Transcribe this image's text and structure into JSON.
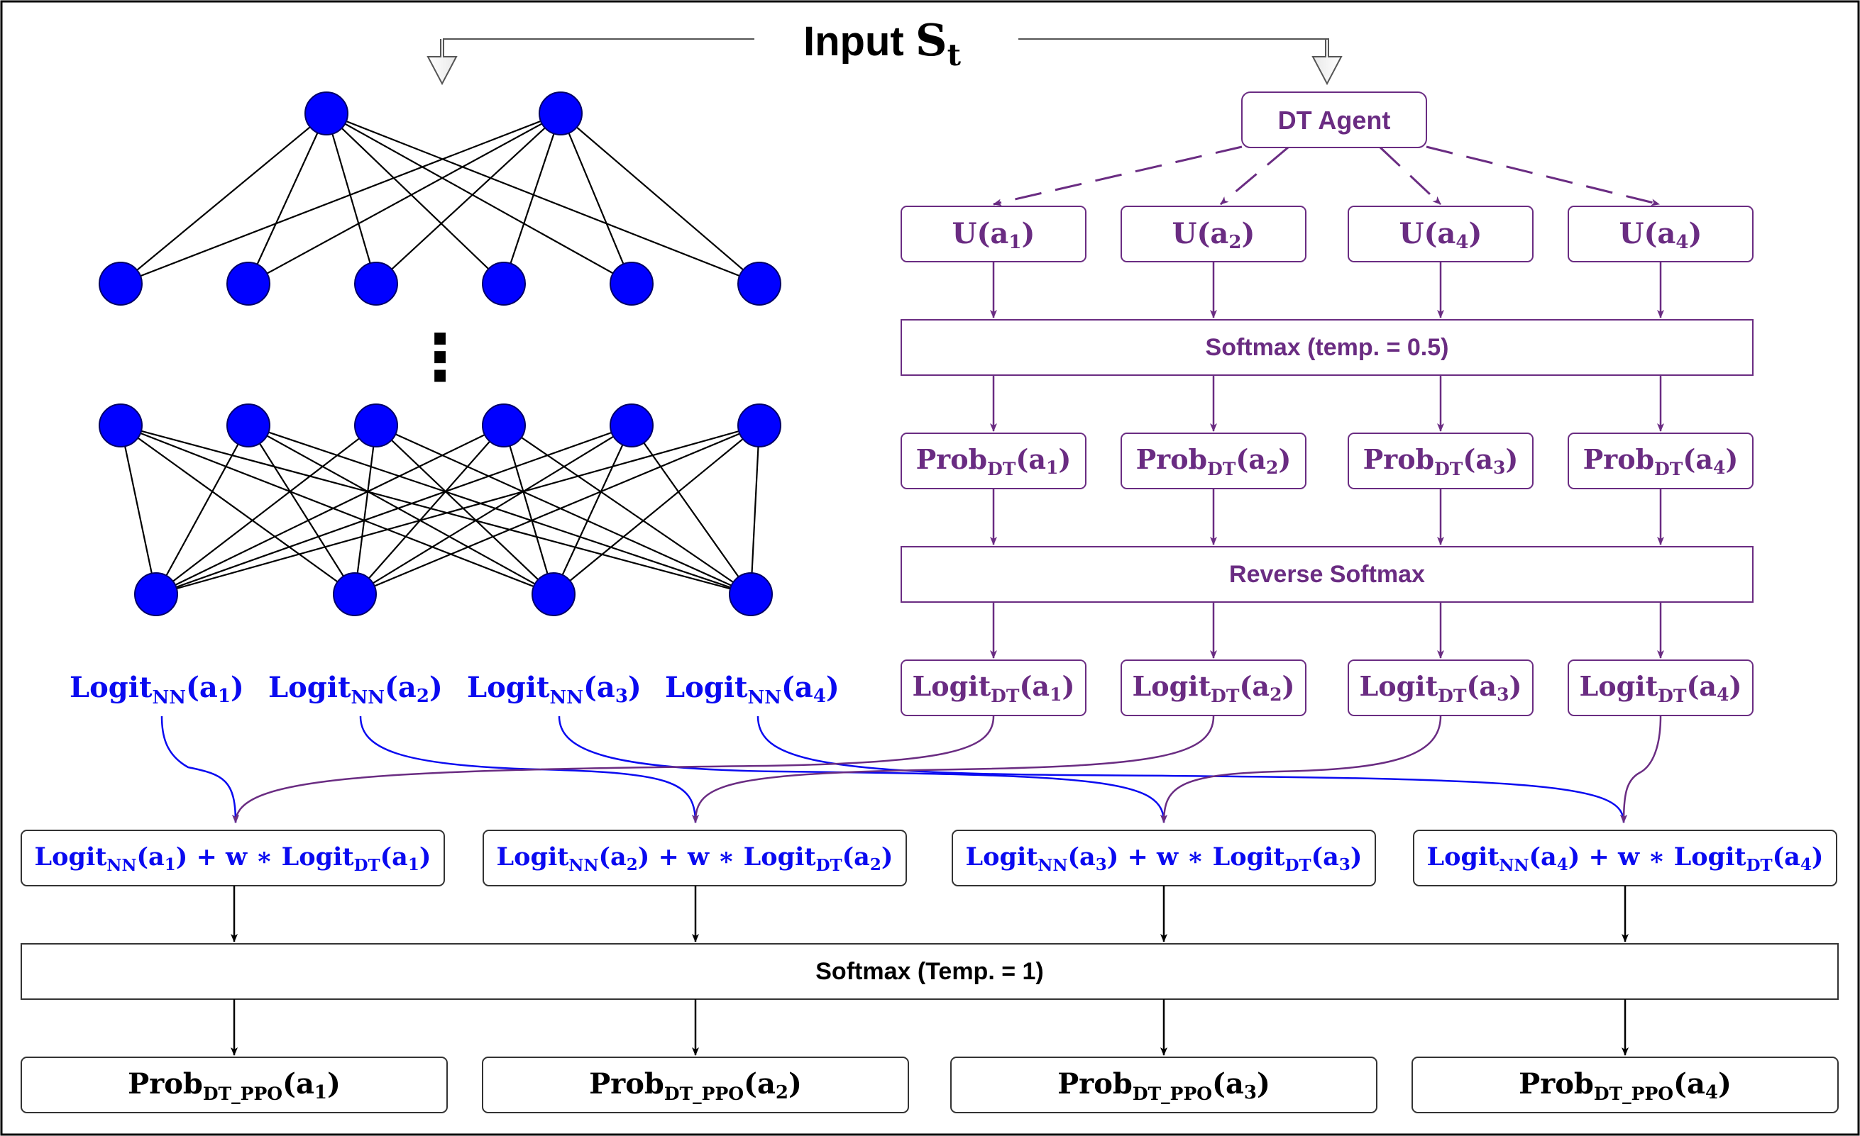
{
  "colors": {
    "purple": "#6a2c82",
    "blue": "#0a0af0",
    "black": "#000000",
    "node_fill": "#0000ff",
    "node_stroke": "#000066"
  },
  "input": {
    "label": "Input",
    "symbol": "S",
    "subscript": "t"
  },
  "neural_net": {
    "ellipsis": "⋮",
    "logits": [
      {
        "name": "Logit",
        "sub": "NN",
        "arg": "(a",
        "idx": "1",
        "close": ")"
      },
      {
        "name": "Logit",
        "sub": "NN",
        "arg": "(a",
        "idx": "2",
        "close": ")"
      },
      {
        "name": "Logit",
        "sub": "NN",
        "arg": "(a",
        "idx": "3",
        "close": ")"
      },
      {
        "name": "Logit",
        "sub": "NN",
        "arg": "(a",
        "idx": "4",
        "close": ")"
      }
    ]
  },
  "dt": {
    "agent_label": "DT Agent",
    "utilities": [
      {
        "name": "U",
        "arg": "(a",
        "idx": "1",
        "close": ")"
      },
      {
        "name": "U",
        "arg": "(a",
        "idx": "2",
        "close": ")"
      },
      {
        "name": "U",
        "arg": "(a",
        "idx": "4",
        "close": ")"
      },
      {
        "name": "U",
        "arg": "(a",
        "idx": "4",
        "close": ")"
      }
    ],
    "softmax_label": "Softmax (temp. = 0.5)",
    "probs": [
      {
        "name": "Prob",
        "sub": "DT",
        "arg": "(a",
        "idx": "1",
        "close": ")"
      },
      {
        "name": "Prob",
        "sub": "DT",
        "arg": "(a",
        "idx": "2",
        "close": ")"
      },
      {
        "name": "Prob",
        "sub": "DT",
        "arg": "(a",
        "idx": "3",
        "close": ")"
      },
      {
        "name": "Prob",
        "sub": "DT",
        "arg": "(a",
        "idx": "4",
        "close": ")"
      }
    ],
    "reverse_softmax_label": "Reverse Softmax",
    "logits": [
      {
        "name": "Logit",
        "sub": "DT",
        "arg": "(a",
        "idx": "1",
        "close": ")"
      },
      {
        "name": "Logit",
        "sub": "DT",
        "arg": "(a",
        "idx": "2",
        "close": ")"
      },
      {
        "name": "Logit",
        "sub": "DT",
        "arg": "(a",
        "idx": "3",
        "close": ")"
      },
      {
        "name": "Logit",
        "sub": "DT",
        "arg": "(a",
        "idx": "4",
        "close": ")"
      }
    ]
  },
  "combined": {
    "sums": [
      {
        "nn": "Logit",
        "nn_sub": "NN",
        "a": "(a",
        "idx": "1",
        "mid": ") + w ∗ Logit",
        "dt_sub": "DT",
        "end": ")"
      },
      {
        "nn": "Logit",
        "nn_sub": "NN",
        "a": "(a",
        "idx": "2",
        "mid": ") + w ∗ Logit",
        "dt_sub": "DT",
        "end": ")"
      },
      {
        "nn": "Logit",
        "nn_sub": "NN",
        "a": "(a",
        "idx": "3",
        "mid": ") + w ∗ Logit",
        "dt_sub": "DT",
        "end": ")"
      },
      {
        "nn": "Logit",
        "nn_sub": "NN",
        "a": "(a",
        "idx": "4",
        "mid": ") + w ∗ Logit",
        "dt_sub": "DT",
        "end": ")"
      }
    ],
    "softmax_label": "Softmax (Temp. = 1)",
    "outputs": [
      {
        "name": "Prob",
        "sub": "DT_PPO",
        "arg": "(a",
        "idx": "1",
        "close": ")"
      },
      {
        "name": "Prob",
        "sub": "DT_PPO",
        "arg": "(a",
        "idx": "2",
        "close": ")"
      },
      {
        "name": "Prob",
        "sub": "DT_PPO",
        "arg": "(a",
        "idx": "3",
        "close": ")"
      },
      {
        "name": "Prob",
        "sub": "DT_PPO",
        "arg": "(a",
        "idx": "4",
        "close": ")"
      }
    ]
  }
}
